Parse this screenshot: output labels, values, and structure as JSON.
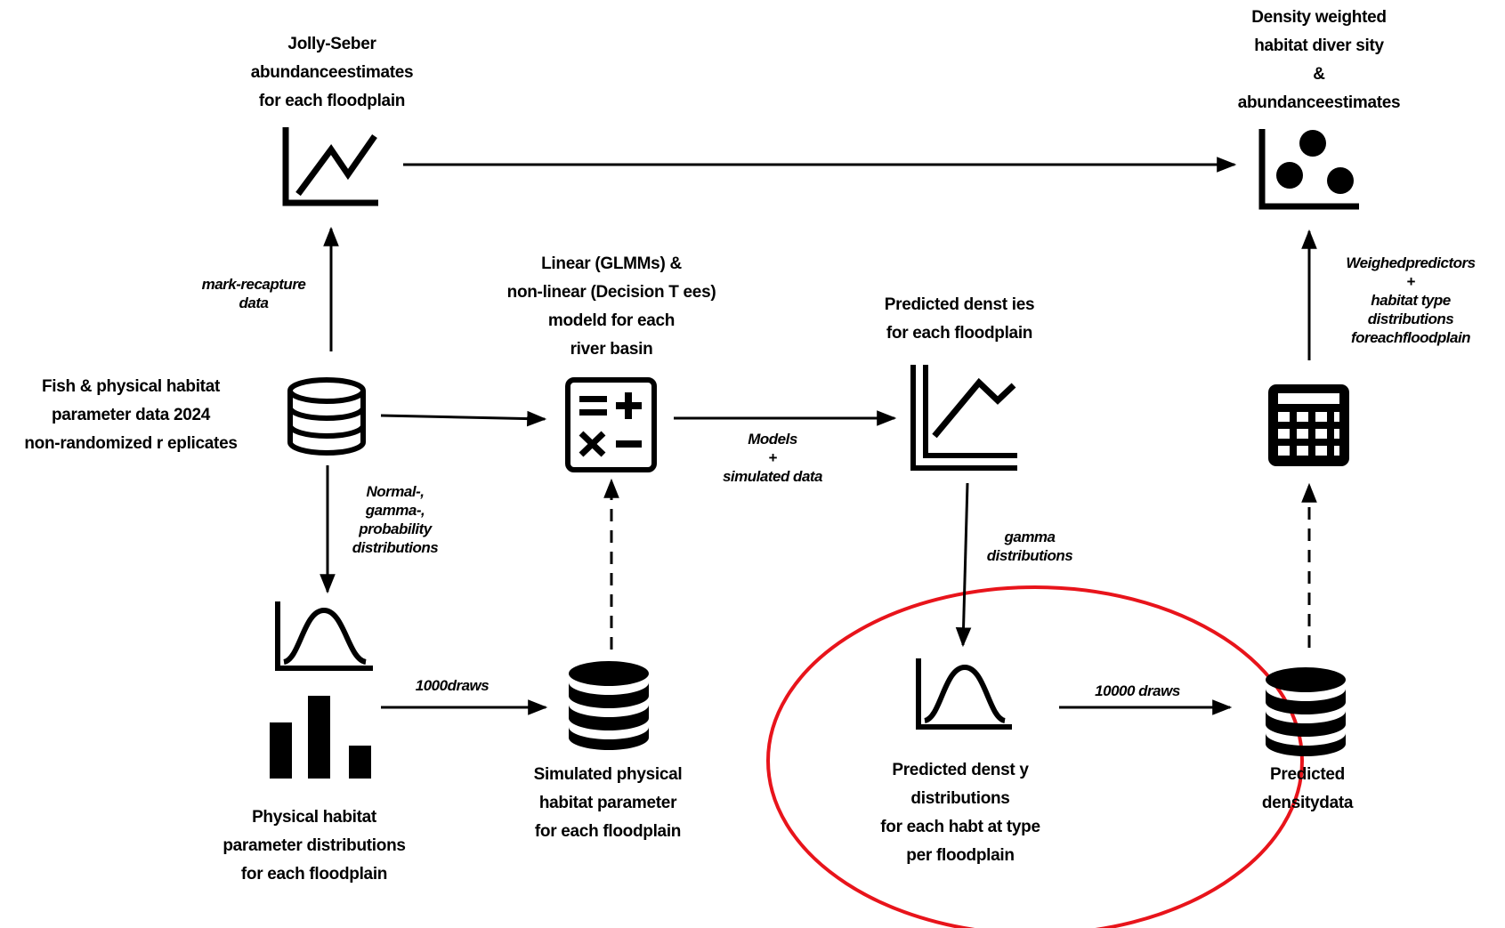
{
  "nodes": {
    "jolly_seber": [
      "Jolly-Seber",
      "abundanceestimates",
      "for each floodplain"
    ],
    "density_weighted": [
      "Density weighted",
      "habitat diver sity",
      "&",
      "abundanceestimates"
    ],
    "fish_data": [
      "Fish & physical habitat",
      "parameter data 2024",
      "non-randomized r eplicates"
    ],
    "models": [
      "Linear (GLMMs) &",
      "non-linear (Decision T ees)",
      "modeld for each",
      "river basin"
    ],
    "predicted_densities": [
      "Predicted denst ies",
      "for each floodplain"
    ],
    "physical_distributions": [
      "Physical habitat",
      "parameter distributions",
      "for each floodplain"
    ],
    "simulated_parameter": [
      "Simulated physical",
      "habitat parameter",
      "for each floodplain"
    ],
    "predicted_density_distributions": [
      "Predicted denst y",
      "distributions",
      "for each habt at type",
      "per floodplain"
    ],
    "predicted_density_data": [
      "Predicted",
      "densitydata"
    ]
  },
  "edges": {
    "mark_recapture": [
      "mark-recapture",
      "data"
    ],
    "normal_gamma": [
      "Normal-,",
      "gamma-,",
      "probability",
      "distributions"
    ],
    "models_simulated": [
      "Models",
      "+",
      "simulated data"
    ],
    "gamma": [
      "gamma",
      "distributions"
    ],
    "draws_1000": [
      "1000draws"
    ],
    "draws_10000": [
      "10000 draws"
    ],
    "weighted_predictors": [
      "Weighedpredictors",
      "+",
      "habitat type",
      "distributions",
      "foreachfloodplain"
    ]
  },
  "highlight_color": "#e8141b",
  "icons": {
    "jolly_seber": "line-chart-icon",
    "density_weighted": "scatter-chart-icon",
    "fish_data": "database-icon",
    "models": "calculator-operations-icon",
    "predicted_densities": "line-chart-icon",
    "physical_distributions": "bell-curve-and-bar-chart-icon",
    "simulated_parameter": "database-icon",
    "predicted_density_distributions": "bell-curve-icon",
    "predicted_density_data": "database-icon",
    "weighting_step": "calculator-icon"
  }
}
